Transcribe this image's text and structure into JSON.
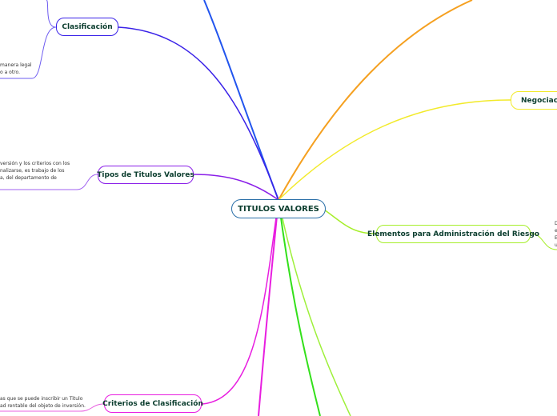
{
  "central": {
    "label": "TITULOS VALORES",
    "color": "#2a6fa8"
  },
  "branches": {
    "clasificacion": {
      "label": "Clasificación",
      "color": "#3a22e8",
      "note": [
        "manera legal",
        "o a otro."
      ]
    },
    "tipos": {
      "label": "Tipos de Titulos Valores",
      "color": "#8a1ee8",
      "note": [
        "versión y los criterios con los",
        "nalizarse, es trabajo de los",
        "a, del departamento de"
      ]
    },
    "criterios": {
      "label": "Criterios de Clasificación",
      "color": "#e81ee0",
      "note": [
        "as que se puede inscribir un Titulo",
        "ad rentable del objeto de inversión."
      ]
    },
    "negociacion": {
      "label": "Negociación",
      "color": "#f2ea2a"
    },
    "elementos": {
      "label": "Elementos para Administración del Riesgo",
      "color": "#a6ee2a",
      "note": [
        "D",
        "e",
        "E",
        "u"
      ]
    }
  },
  "colors": {
    "blue": "#2255ee",
    "orange": "#f5a020",
    "green": "#33e01a",
    "lightgreen": "#9ef03a"
  }
}
